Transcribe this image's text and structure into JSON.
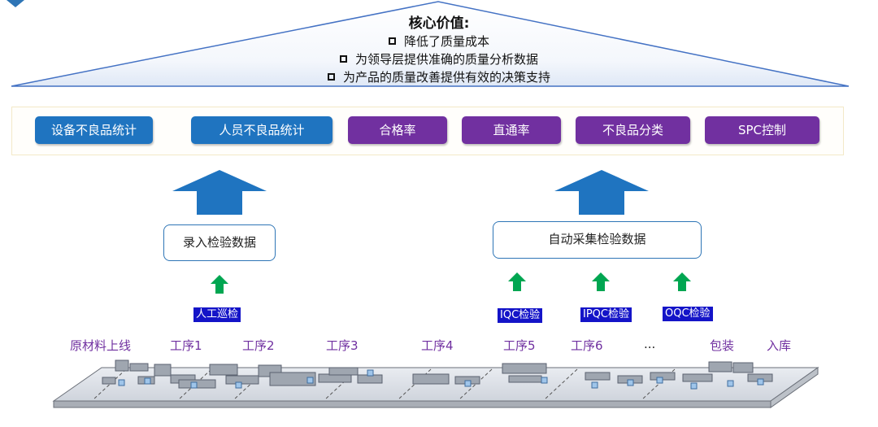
{
  "core_value": {
    "title": "核心价值:",
    "items": [
      "降低了质量成本",
      "为领导层提供准确的质量分析数据",
      "为产品的质量改善提供有效的决策支持"
    ]
  },
  "metrics": [
    "设备不良品统计",
    "人员不良品统计",
    "合格率",
    "直通率",
    "不良品分类",
    "SPC控制"
  ],
  "inputs": {
    "manual": "录入检验数据",
    "auto": "自动采集检验数据"
  },
  "inspections": {
    "manual": "人工巡检",
    "iqc": "IQC检验",
    "ipqc": "IPQC检验",
    "oqc": "OQC检验"
  },
  "processes": [
    "原材料上线",
    "工序1",
    "工序2",
    "工序3",
    "工序4",
    "工序5",
    "工序6",
    "...",
    "包装",
    "入库"
  ],
  "colors": {
    "roof": "#4472c4",
    "metric_blue": "#1f74c0",
    "metric_purple": "#7130a0",
    "arrow_blue": "#1f74c0",
    "arrow_green": "#00a651",
    "inspection_bg": "#1414c8",
    "process_text": "#7030a0"
  }
}
